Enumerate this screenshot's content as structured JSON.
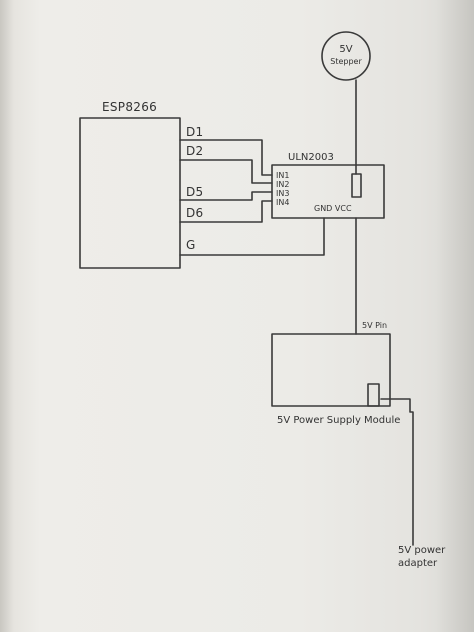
{
  "diagram": {
    "esp": {
      "title": "ESP8266",
      "pins": [
        "D1",
        "D2",
        "D5",
        "D6",
        "G"
      ]
    },
    "uln": {
      "title": "ULN2003",
      "inputs": [
        "IN1",
        "IN2",
        "IN3",
        "IN4"
      ],
      "power": "GND VCC"
    },
    "stepper": {
      "line1": "5V",
      "line2": "Stepper"
    },
    "psu": {
      "pin_label": "5V Pin",
      "title": "5V Power Supply Module"
    },
    "adapter": {
      "line1": "5V power",
      "line2": "adapter"
    }
  }
}
